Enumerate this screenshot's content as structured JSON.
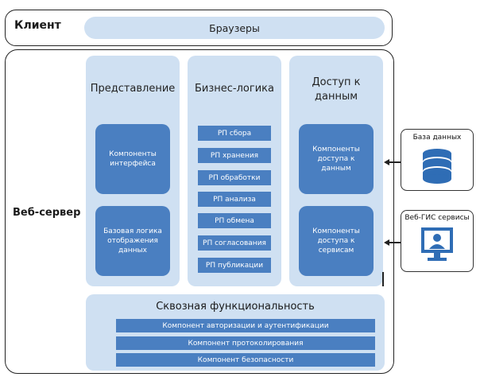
{
  "client": {
    "label": "Клиент",
    "browsers": "Браузеры"
  },
  "web_server": {
    "label": "Веб-сервер",
    "presentation": {
      "title": "Представление",
      "components": [
        "Компоненты интерфейса",
        "Базовая логика отображения данных"
      ]
    },
    "business": {
      "title": "Бизнес-логика",
      "items": [
        "РП сбора",
        "РП хранения",
        "РП обработки",
        "РП анализа",
        "РП обмена",
        "РП согласования",
        "РП публикации"
      ]
    },
    "data_access": {
      "title": "Доступ к данным",
      "components": [
        "Компоненты доступа к данным",
        "Компоненты доступа к сервисам"
      ]
    },
    "cross_cutting": {
      "title": "Сквозная функциональность",
      "items": [
        "Компонент авторизации и аутентификации",
        "Компонент протоколирования",
        "Компонент безопасности"
      ]
    }
  },
  "external": {
    "database": "База данных",
    "gis": "Веб-ГИС сервисы"
  },
  "colors": {
    "light_blue": "#cfe0f2",
    "dark_blue": "#4a7fc1",
    "border": "#222222"
  }
}
